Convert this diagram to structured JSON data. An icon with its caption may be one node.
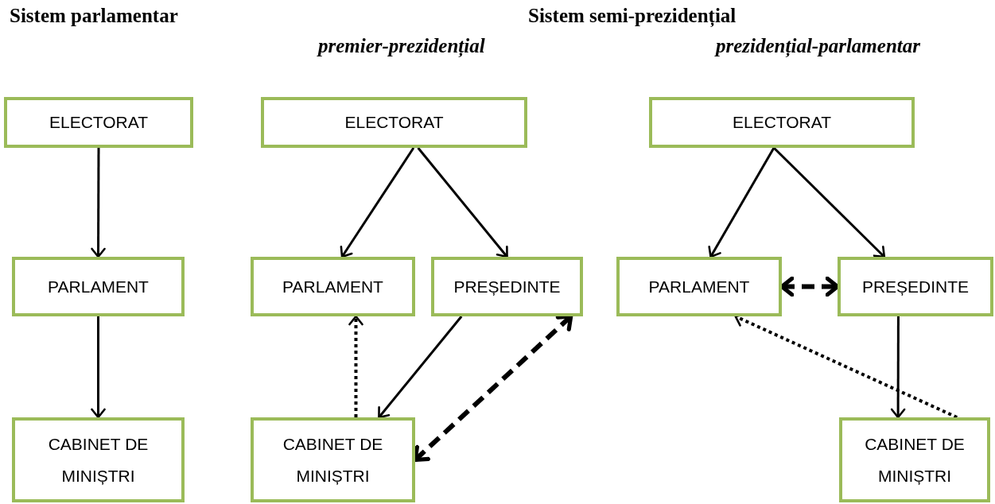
{
  "diagram": {
    "nodes": [
      {
        "text": [
          "ELECTORAT"
        ]
      },
      {
        "text": [
          "PARLAMENT"
        ]
      },
      {
        "text": [
          "CABINET DE MINIȘTRI"
        ]
      },
      {
        "text": [
          "ELECTORAT"
        ]
      },
      {
        "text": [
          "PARLAMENT"
        ]
      },
      {
        "text": [
          "PREȘEDINTE"
        ]
      },
      {
        "text": [
          "CABINET DE MINIȘTRI"
        ]
      },
      {
        "text": [
          "ELECTORAT"
        ]
      },
      {
        "text": [
          "PARLAMENT"
        ]
      },
      {
        "text": [
          "PREȘEDINTE"
        ]
      },
      {
        "text": [
          "CABINET DE MINIȘTRI"
        ]
      }
    ],
    "edges": [
      {
        "from": 0,
        "to": 1,
        "arrow": "to"
      },
      {
        "from": 1,
        "to": 2,
        "arrow": "to"
      },
      {
        "from": 3,
        "to": 4,
        "arrow": "to"
      },
      {
        "from": 3,
        "to": 5,
        "arrow": "to"
      },
      {
        "from": 5,
        "to": 6,
        "arrow": "to"
      },
      {
        "from": 6,
        "to": 4,
        "arrow": "to",
        "style": "dashed"
      },
      {
        "from": 6,
        "to": 5,
        "arrow": "both",
        "style": "dashed"
      },
      {
        "from": 7,
        "to": 8,
        "arrow": "to"
      },
      {
        "from": 7,
        "to": 9,
        "arrow": "to"
      },
      {
        "from": 8,
        "to": 9,
        "arrow": "both",
        "style": "dashed"
      },
      {
        "from": 9,
        "to": 10,
        "arrow": "to"
      },
      {
        "from": 10,
        "to": 8,
        "arrow": "to",
        "style": "dashed"
      }
    ],
    "labels": [
      "Sistem parlamentar",
      "Sistem semi-prezidențial",
      "premier-prezidențial",
      "prezidențial-parlamentar"
    ]
  }
}
